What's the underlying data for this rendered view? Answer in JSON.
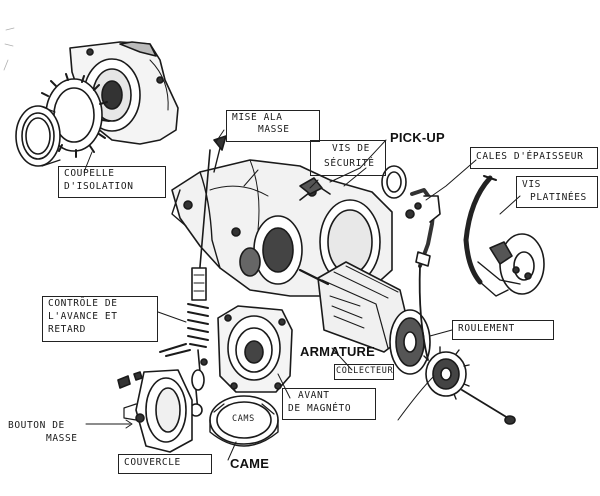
{
  "labels": {
    "mise_a_la_masse": [
      "MISE ALA",
      "MASSE"
    ],
    "pick_up": "PICK-UP",
    "vis_de_securite": [
      "VIS DE",
      "SÉCURITÉ"
    ],
    "cales_epaisseur": "CALES D'ÉPAISSEUR",
    "vis_platinees": [
      "VIS",
      "PLATINÉES"
    ],
    "coupelle_isolation": [
      "COUPELLE",
      "D'ISOLATION"
    ],
    "controle_avance_retard": [
      "CONTRÔLE DE",
      "L'AVANCE ET",
      "RETARD"
    ],
    "armature": "ARMATURE",
    "roulement": "ROULEMENT",
    "collecteur": "COLLECTEUR",
    "avant_magneto": [
      "AVANT",
      "DE MAGNÉTO"
    ],
    "cams": "CAMS",
    "bouton_de_masse": [
      "BOUTON DE",
      "MASSE"
    ],
    "couvercle": "COUVERCLE",
    "came": "CAME"
  },
  "colors": {
    "ink": "#1a1a1a",
    "paper": "#ffffff",
    "shade": "#444444"
  }
}
